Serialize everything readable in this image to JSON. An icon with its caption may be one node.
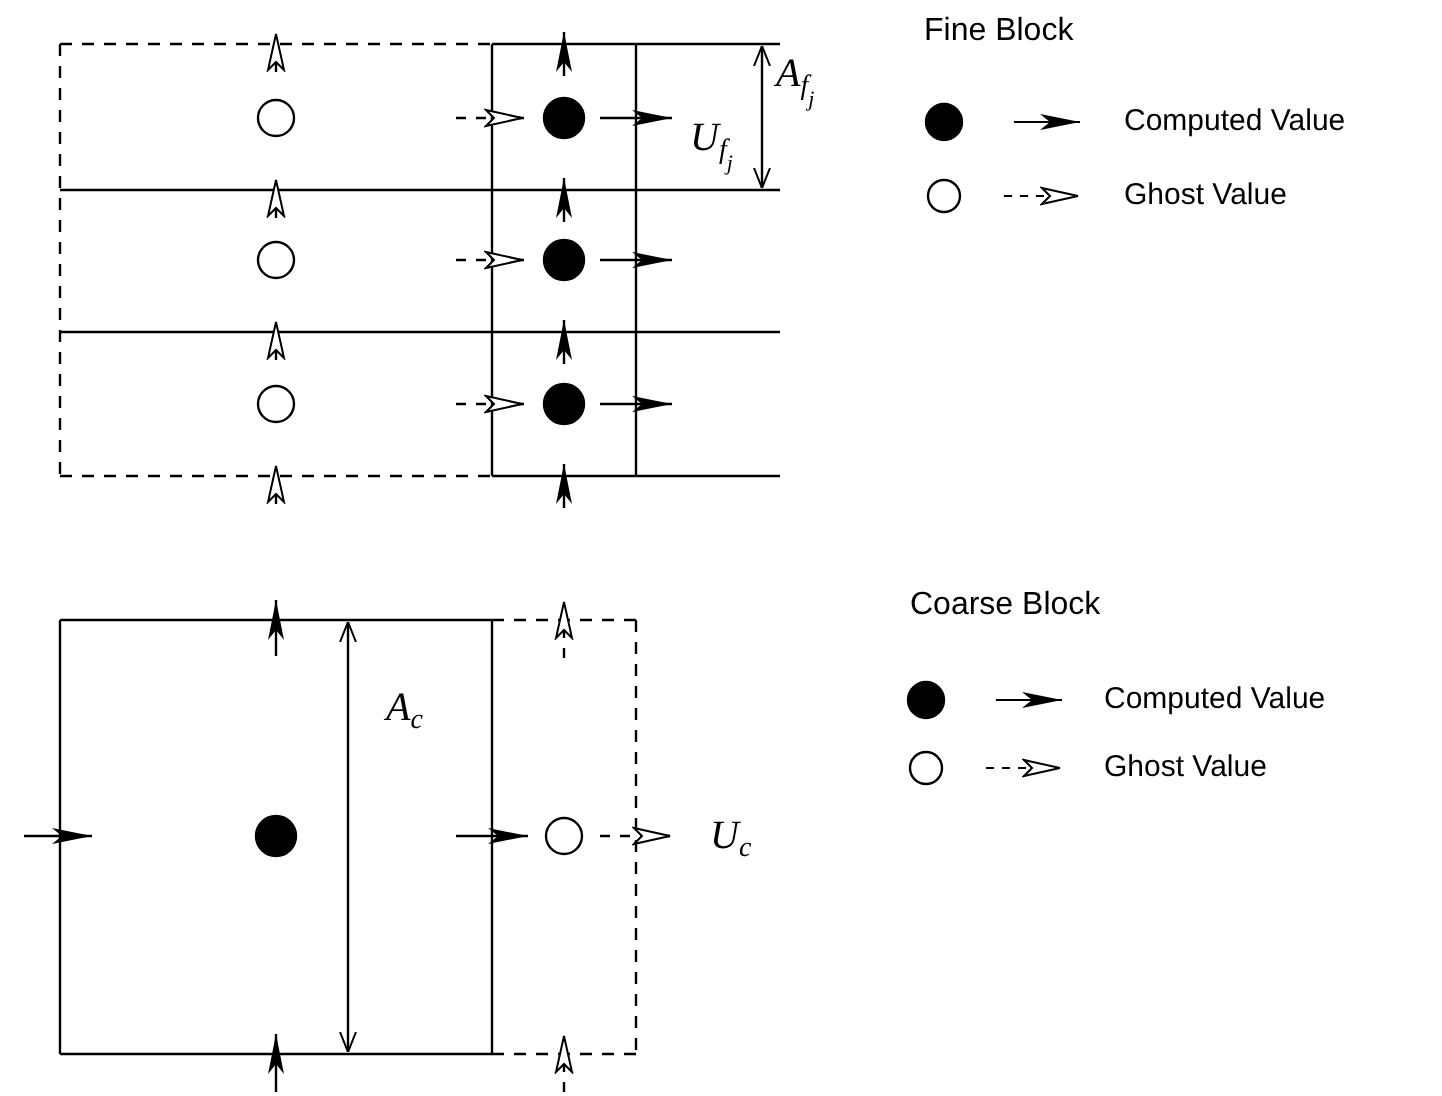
{
  "diagram": {
    "labels": [
      "Fine Block",
      "A$_{f}$$_{j}$",
      "U$_{f}$$_{j}$",
      "Coarse Block",
      "A$_{c}$",
      "U$_{c}$"
    ],
    "legend": [
      {
        "text": "Computed Value"
      },
      {
        "text": "Ghost Value"
      },
      {
        "text": "Computed Value"
      },
      {
        "text": "Ghost Value"
      }
    ]
  }
}
